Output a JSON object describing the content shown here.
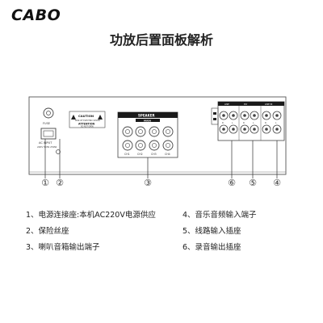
{
  "brand": {
    "logo_text": "CABO"
  },
  "page": {
    "title": "功放后置面板解析"
  },
  "panel": {
    "fuse_label": "FUSE",
    "ac_input_label": "AC INPUT",
    "ac_input_sub": "220V 50Hz  250W",
    "caution_title": "CAUTION",
    "caution_sub": "RISK OF ELECTRIC SHOCK",
    "attention_title": "ATTENTION",
    "attention_sub": "DO NOT OPEN",
    "speaker_title": "SPEAKER",
    "speaker_main": "MAIN",
    "speaker_channels": [
      "CH1",
      "CH2",
      "CH3",
      "CH4"
    ],
    "small_labels": [
      "LINE",
      "PLY",
      "LINE IN",
      "R",
      "L",
      "R",
      "L",
      "R",
      "L"
    ]
  },
  "callouts": [
    "①",
    "②",
    "③",
    "⑥",
    "⑤",
    "④"
  ],
  "legend": {
    "left": [
      "1、电源连接座:本机AC220V电源供应",
      "2、保险丝座",
      "3、喇叭音箱输出端子"
    ],
    "right": [
      "4、音乐音频输入端子",
      "5、线路输入插座",
      "6、录音输出插座"
    ]
  },
  "colors": {
    "line": "#555555",
    "text": "#222222",
    "background": "#ffffff"
  }
}
